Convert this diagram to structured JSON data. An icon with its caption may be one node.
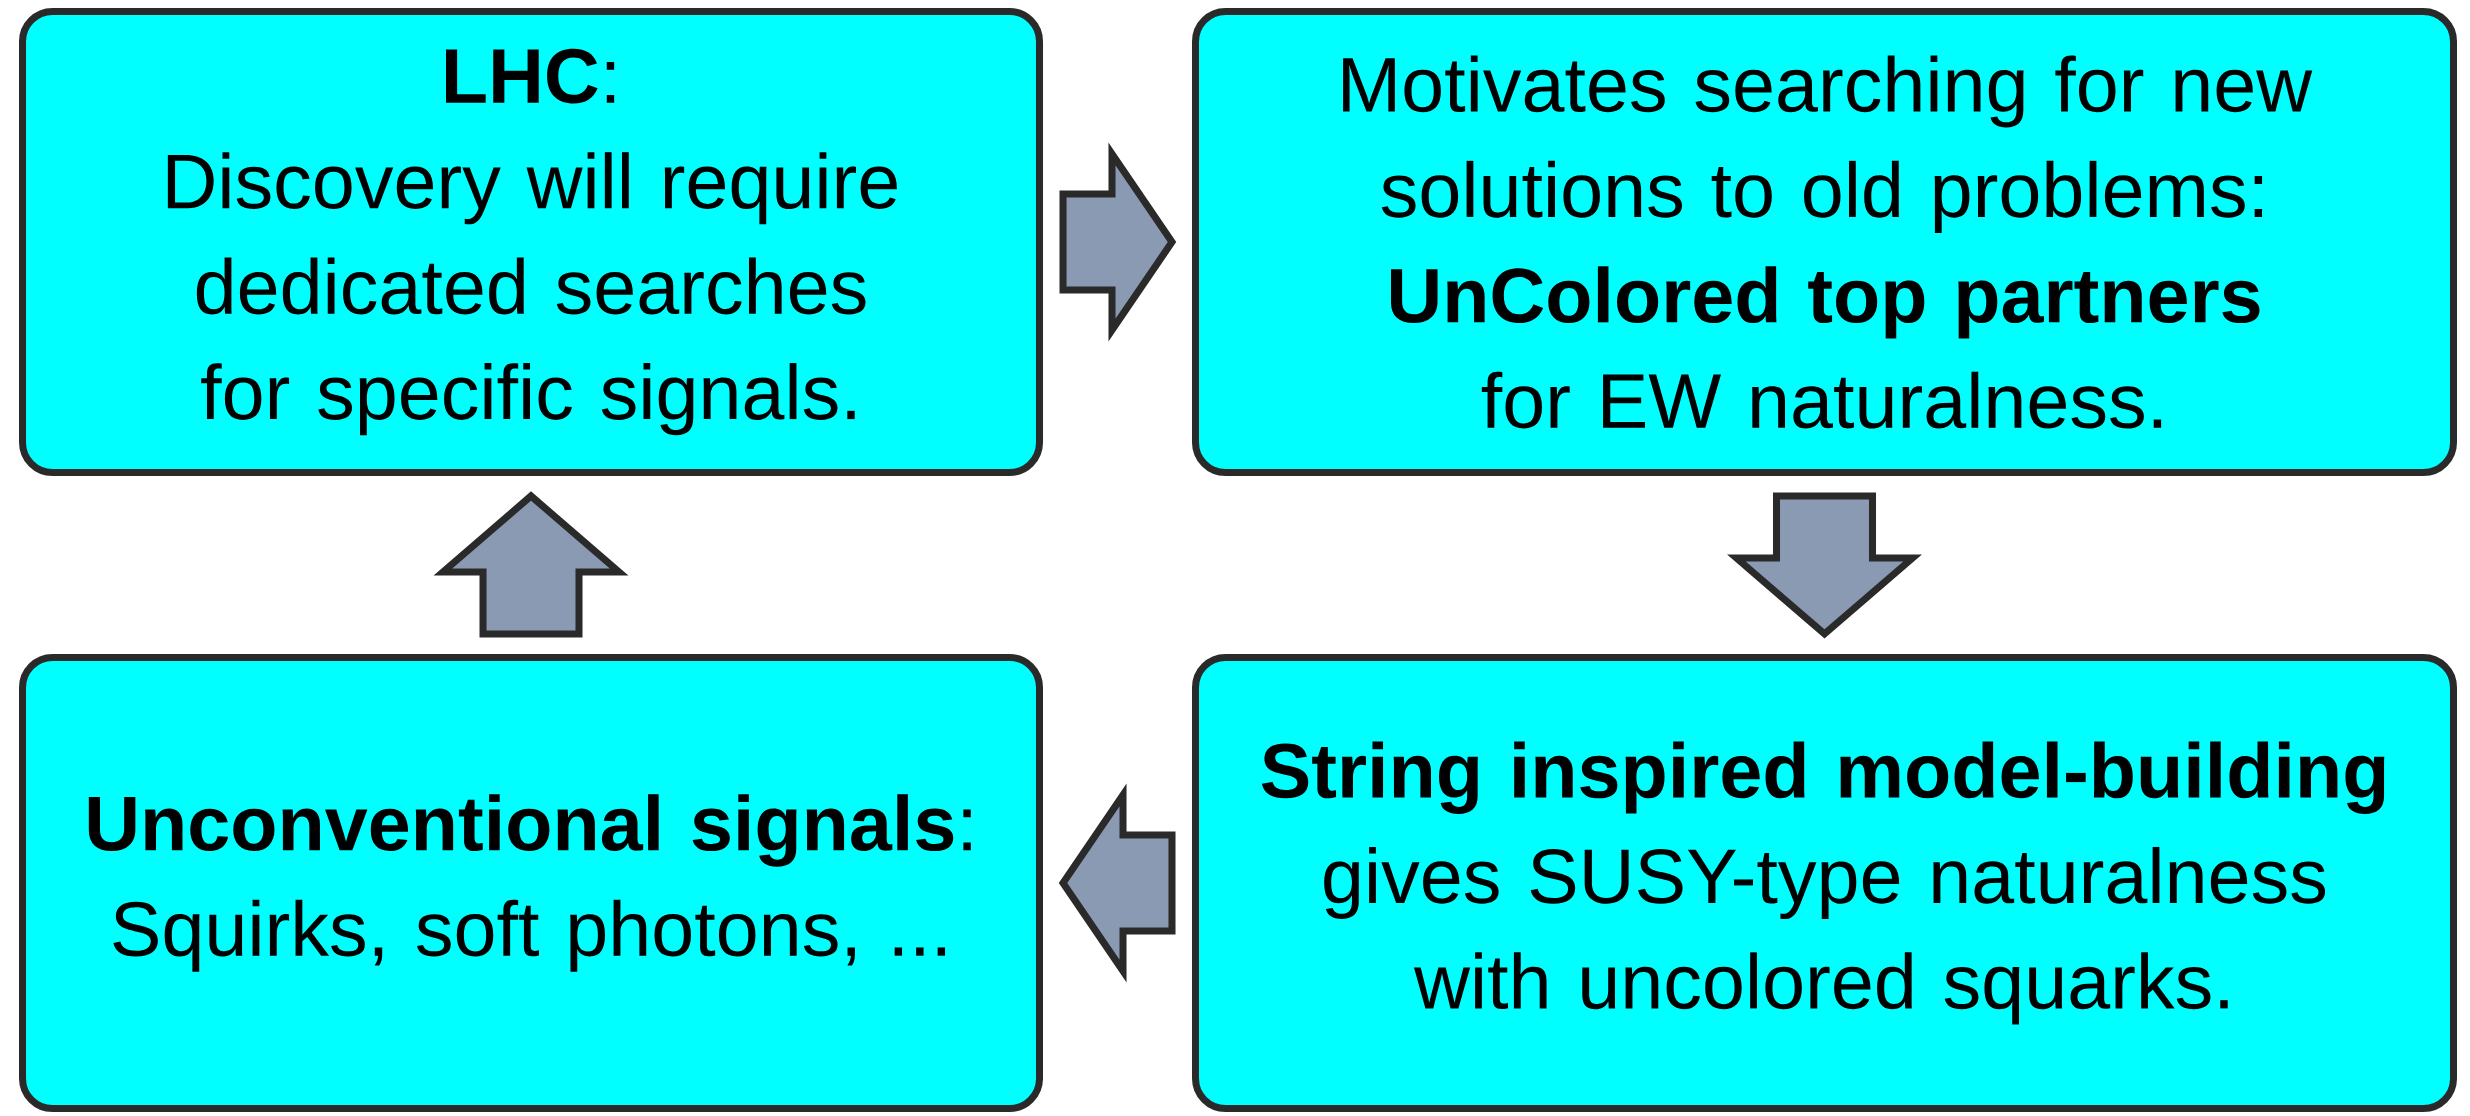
{
  "diagram": {
    "nodes": [
      {
        "text": [
          "**LHC**:",
          "Discovery will require dedicated searches for specific signals."
        ]
      },
      {
        "text": [
          "Motivates searching for new solutions to old problems:",
          "UnColored top partners",
          "for EW naturalness."
        ]
      },
      {
        "text": [
          "**Unconventional signals**:",
          "Squirks, soft photons, ..."
        ]
      },
      {
        "text": [
          "String inspired model-building",
          "gives SUSY-type naturalness with uncolored squarks."
        ]
      }
    ],
    "edges": [
      {
        "from": 0,
        "to": 1,
        "arrow": "to"
      },
      {
        "from": 1,
        "to": 3,
        "arrow": "to"
      },
      {
        "from": 3,
        "to": 2,
        "arrow": "to"
      },
      {
        "from": 2,
        "to": 0,
        "arrow": "to"
      }
    ]
  }
}
